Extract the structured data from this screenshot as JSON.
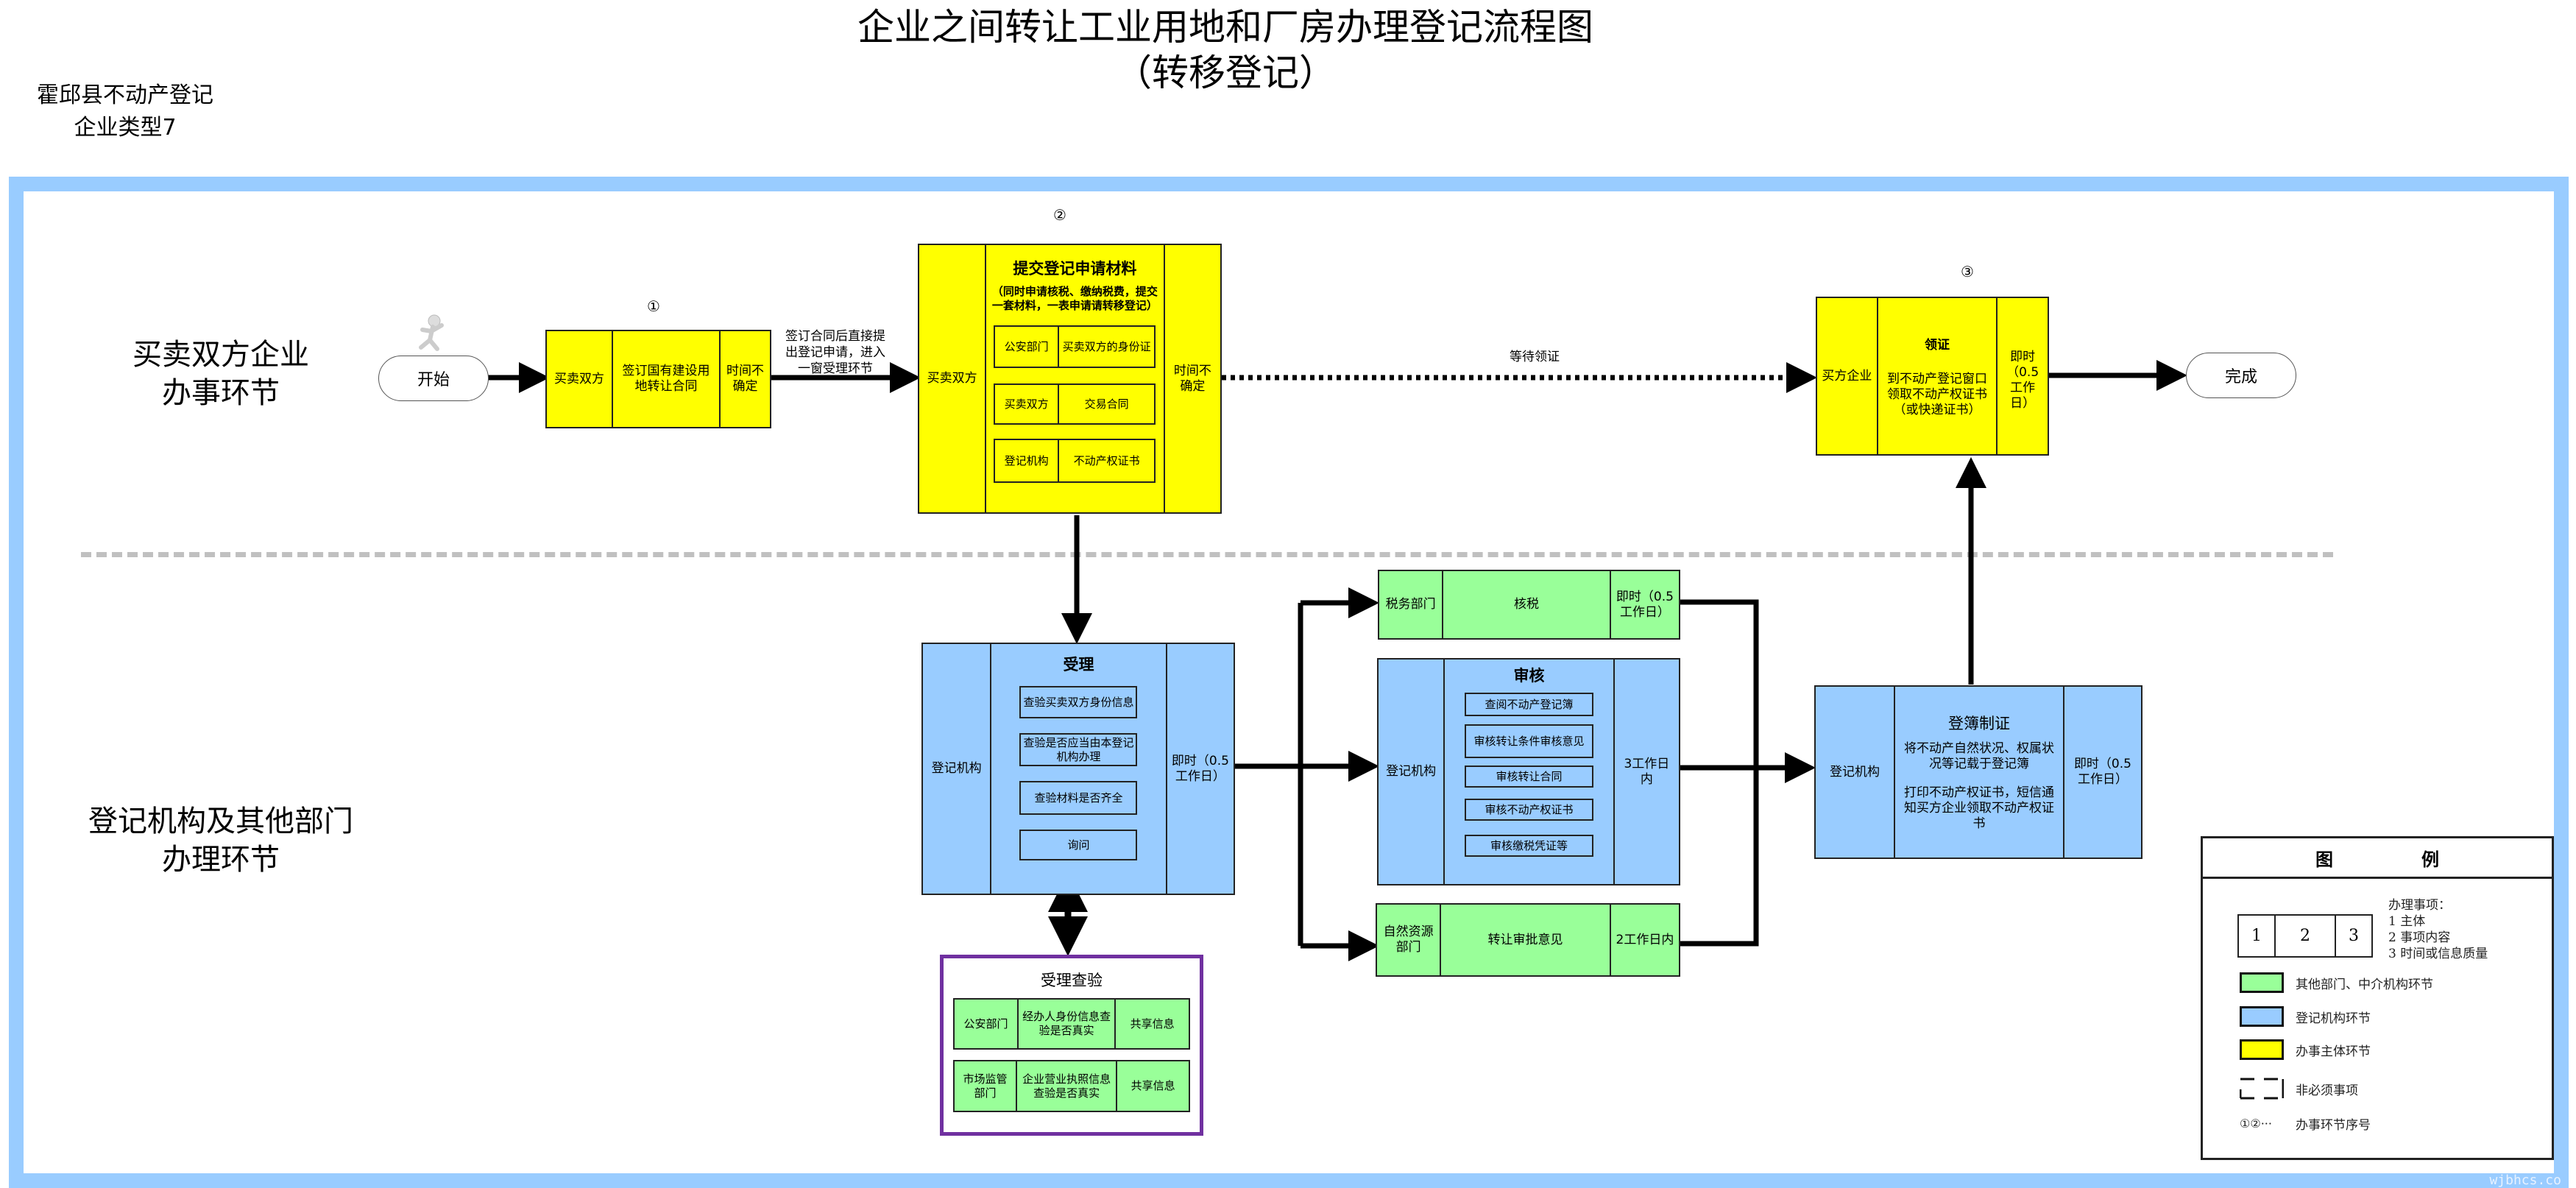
{
  "header": {
    "title": "企业之间转让工业用地和厂房办理登记流程图",
    "subtitle": "（转移登记）",
    "org_line1": "霍邱县不动产登记",
    "org_line2": "企业类型7"
  },
  "lanes": {
    "top": [
      "买卖双方企业",
      "办事环节"
    ],
    "bottom": [
      "登记机构及其他部门",
      "办理环节"
    ]
  },
  "terminals": {
    "start": "开始",
    "end": "完成"
  },
  "step_numbers": {
    "s1": "①",
    "s2": "②",
    "s3": "③"
  },
  "notes": {
    "after_sign": [
      "签订合同后直接提",
      "出登记申请，进入",
      "一窗受理环节"
    ],
    "wait": "等待领证"
  },
  "step1": {
    "subject": "买卖双方",
    "content": "签订国有建设用地转让合同",
    "time": "时间不确定"
  },
  "step2": {
    "subject": "买卖双方",
    "title": "提交登记申请材料",
    "subtitle": "（同时申请核税、缴纳税费，提交一套材料，一表申请请转移登记）",
    "materials": [
      {
        "source": "公安部门",
        "item": "买卖双方的身份证"
      },
      {
        "source": "买卖双方",
        "item": "交易合同"
      },
      {
        "source": "登记机构",
        "item": "不动产权证书"
      }
    ],
    "time": "时间不确定"
  },
  "step3": {
    "subject": "买方企业",
    "title": "领证",
    "content": "到不动产登记窗口领取不动产权证书（或快递证书）",
    "time": "即时（0.5工作日）"
  },
  "accept": {
    "subject": "登记机构",
    "title": "受理",
    "items": [
      "查验买卖双方身份信息",
      "查验是否应当由本登记机构办理",
      "查验材料是否齐全",
      "询问"
    ],
    "time": "即时（0.5工作日）"
  },
  "verify": {
    "title": "受理查验",
    "rows": [
      {
        "dept": "公安部门",
        "content": "经办人身份信息查验是否真实",
        "result": "共享信息"
      },
      {
        "dept": "市场监管部门",
        "content": "企业营业执照信息查验是否真实",
        "result": "共享信息"
      }
    ]
  },
  "tax": {
    "subject": "税务部门",
    "content": "核税",
    "time": "即时（0.5工作日）"
  },
  "review": {
    "subject": "登记机构",
    "title": "审核",
    "items": [
      "查阅不动产登记簿",
      "审核转让条件审核意见",
      "审核转让合同",
      "审核不动产权证书",
      "审核缴税凭证等"
    ],
    "time": "3工作日内"
  },
  "nature": {
    "subject": "自然资源部门",
    "content": "转让审批意见",
    "time": "2工作日内"
  },
  "record": {
    "subject": "登记机构",
    "title": "登簿制证",
    "para1": "将不动产自然状况、权属状况等记载于登记簿",
    "para2": "打印不动产权证书，短信通知买方企业领取不动产权证书",
    "time": "即时（0.5工作日）"
  },
  "legend": {
    "title_a": "图",
    "title_b": "例",
    "cells": [
      "1",
      "2",
      "3"
    ],
    "explain_head": "办理事项：",
    "explain": [
      "1 主体",
      "2 事项内容",
      "3 时间或信息质量"
    ],
    "green": "其他部门、中介机构环节",
    "blue": "登记机构环节",
    "yellow": "办事主体环节",
    "dashed": "非必须事项",
    "seq_symbol": "①②···",
    "seq": "办事环节序号"
  },
  "colors": {
    "yellow": "#ffff00",
    "blue": "#99ccff",
    "green": "#99ff99",
    "frame": "#99ccff",
    "purple": "#7030a0"
  },
  "watermark": "wjbhcs.co"
}
